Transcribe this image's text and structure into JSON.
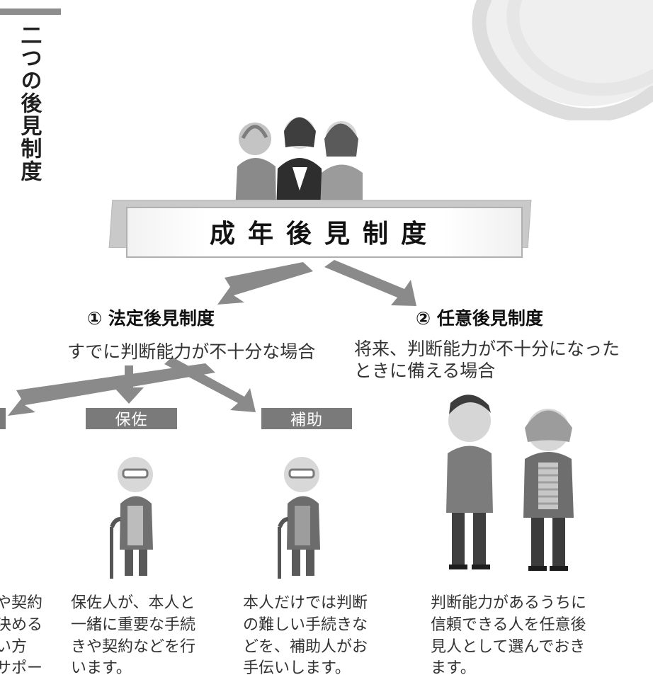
{
  "page": {
    "vertical_title": "二つの後見制度",
    "banner": {
      "title": "成年後見制度"
    },
    "sections": {
      "left": {
        "title": "① 法定後見制度",
        "subtitle": "すでに判断能力が不十分な場合",
        "boxes": [
          {
            "label": "保佐"
          },
          {
            "label": "補助"
          }
        ],
        "descriptions": {
          "partial": "や契約\n決める\nい方\nサポー",
          "hosa": "保佐人が、本人と\n一緒に重要な手続\nきや契約などを行\nいます。",
          "hojo": "本人だけでは判断\nの難しい手続きな\nどを、補助人がお\n手伝いします。"
        }
      },
      "right": {
        "title": "② 任意後見制度",
        "subtitle": "将来、判断能力が不十分になった\nときに備える場合",
        "description": "判断能力があるうちに\n信頼できる人を任意後\n見人として選んでおき\nます。"
      }
    }
  },
  "colors": {
    "arrow": "#8a8a8a",
    "label_bg": "#7a7a7a",
    "banner_border": "#b0b0b0",
    "text_dark": "#111111",
    "text_mid": "#333333"
  }
}
